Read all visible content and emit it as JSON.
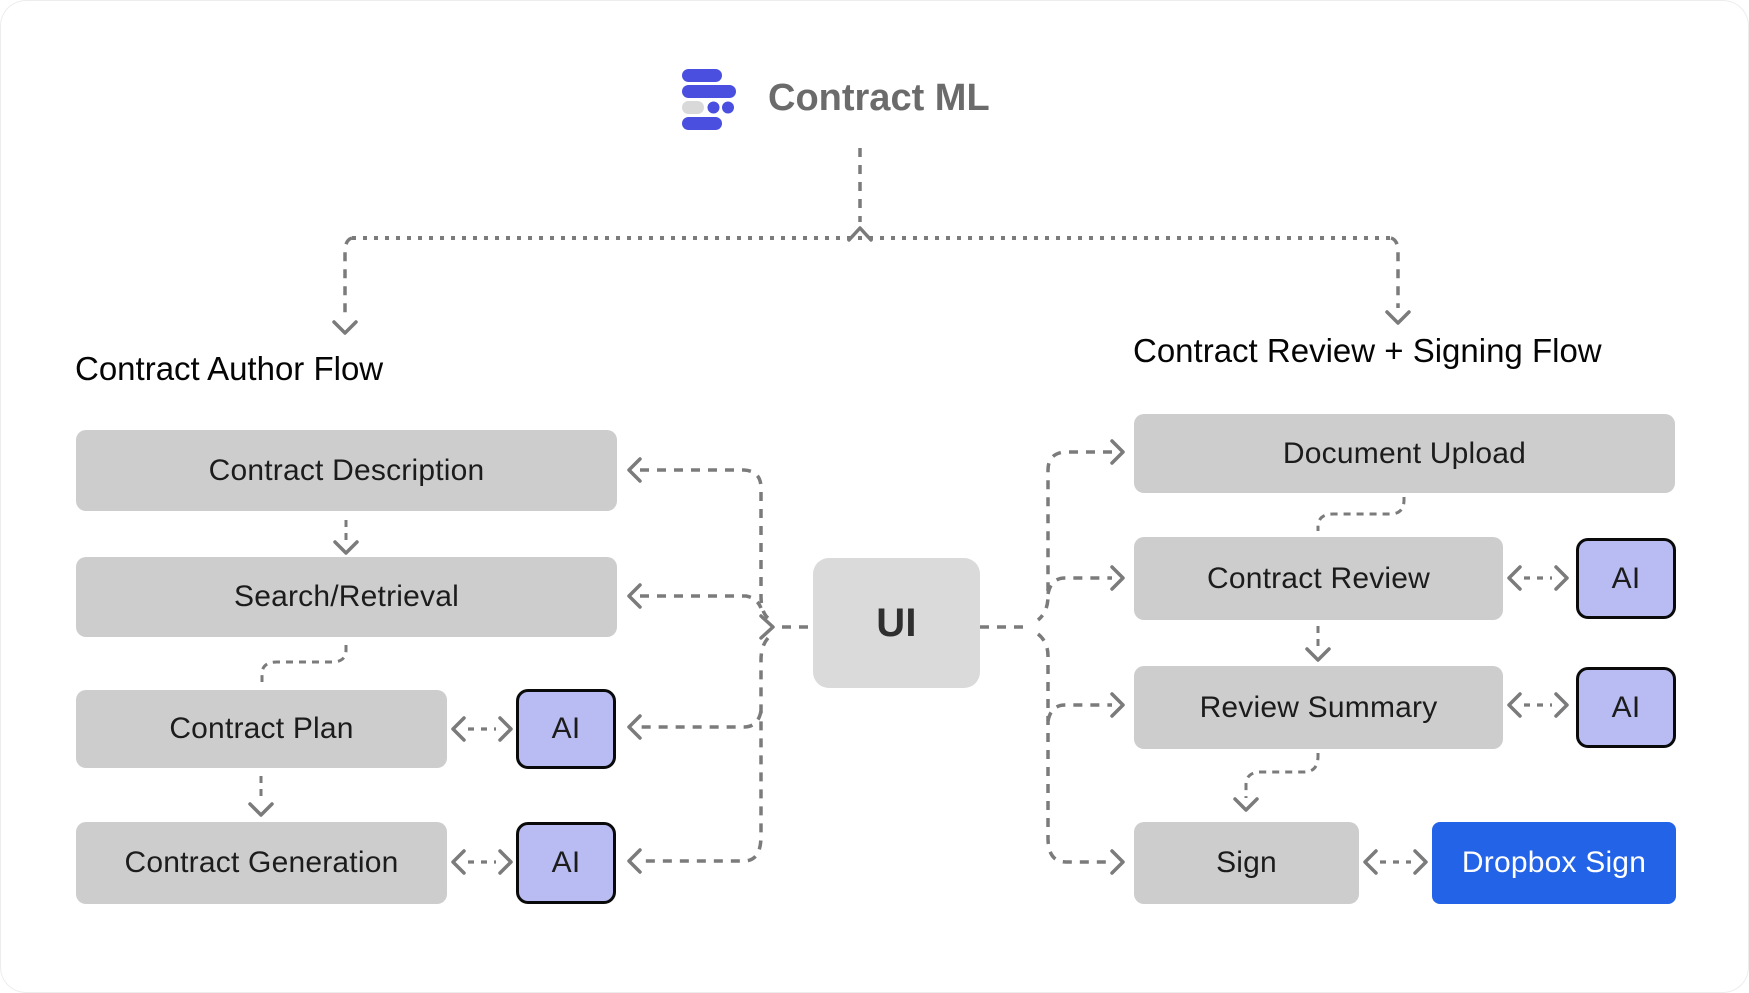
{
  "header": {
    "title": "Contract ML"
  },
  "flows": {
    "author": {
      "heading": "Contract Author Flow",
      "nodes": {
        "contract_description": "Contract Description",
        "search_retrieval": "Search/Retrieval",
        "contract_plan": "Contract Plan",
        "contract_generation": "Contract Generation",
        "ai_plan": "AI",
        "ai_generation": "AI"
      }
    },
    "review": {
      "heading": "Contract Review + Signing Flow",
      "nodes": {
        "document_upload": "Document Upload",
        "contract_review": "Contract Review",
        "review_summary": "Review Summary",
        "sign": "Sign",
        "ai_review": "AI",
        "ai_summary": "AI",
        "dropbox_sign": "Dropbox Sign"
      }
    }
  },
  "center": {
    "ui_label": "UI"
  },
  "colors": {
    "box_gray": "#cdcdcd",
    "ui_gray": "#dadada",
    "ai_fill": "#b9bcf2",
    "ai_border": "#0a0a0a",
    "dropbox_blue": "#2363e8",
    "logo_blue": "#4a4fe0",
    "logo_gray": "#d9d9d9",
    "line": "#7b7b7b",
    "title_gray": "#6b6b6b",
    "text_dark": "#1c1c1c"
  }
}
